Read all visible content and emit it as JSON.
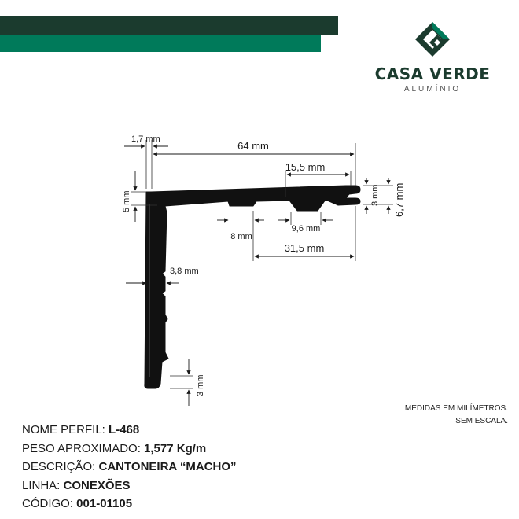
{
  "brand": {
    "name": "CASA VERDE",
    "tagline": "ALUMÍNIO",
    "colors": {
      "dark": "#1b3b2e",
      "green": "#007a5a"
    }
  },
  "dimensions": {
    "top_thickness": "1,7 mm",
    "overall_width": "64 mm",
    "inner_width": "15,5 mm",
    "left_height": "5 mm",
    "right_height_small": "3 mm",
    "right_height_total": "6,7 mm",
    "slot_8": "8 mm",
    "slot_9_6": "9,6 mm",
    "span_31_5": "31,5 mm",
    "wall_3_8": "3,8 mm",
    "bottom_3": "3 mm"
  },
  "notes": {
    "line1": "MEDIDAS EM MILÍMETROS.",
    "line2": "SEM ESCALA."
  },
  "info": {
    "nome_label": "NOME PERFIL: ",
    "nome_value": "L-468",
    "peso_label": "PESO APROXIMADO: ",
    "peso_value": "1,577 Kg/m",
    "desc_label": "DESCRIÇÃO: ",
    "desc_value": "CANTONEIRA “MACHO”",
    "linha_label": "LINHA: ",
    "linha_value": "CONEXÕES",
    "codigo_label": "CÓDIGO: ",
    "codigo_value": "001-01105"
  }
}
